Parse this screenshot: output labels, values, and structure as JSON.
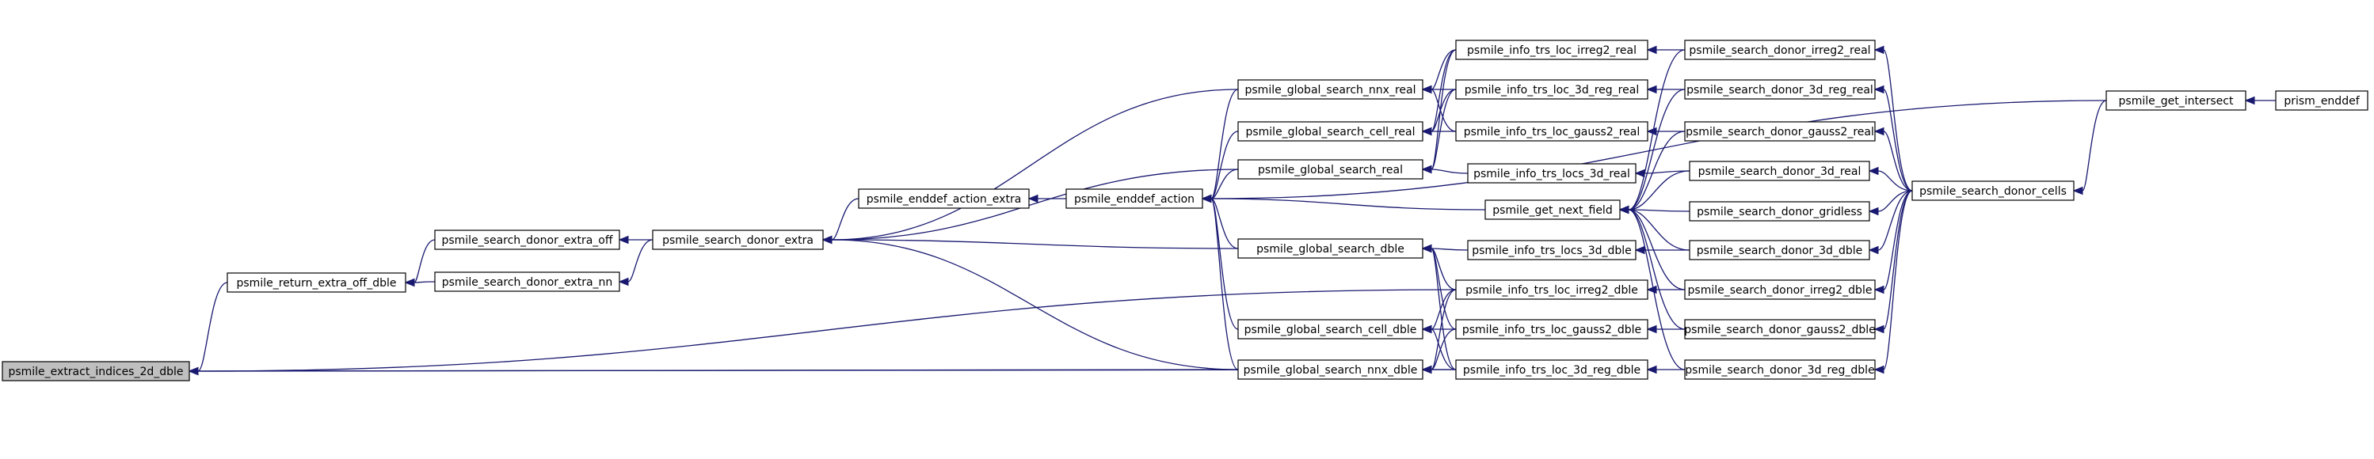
{
  "graph": {
    "nodes": {
      "n_extract": "psmile_extract_indices_2d_dble",
      "n_return": "psmile_return_extra_off_dble",
      "n_extraoff": "psmile_search_donor_extra_off",
      "n_extrann": "psmile_search_donor_extra_nn",
      "n_extra": "psmile_search_donor_extra",
      "n_enddefextra": "psmile_enddef_action_extra",
      "n_enddef": "psmile_enddef_action",
      "n_gs_nnx_real": "psmile_global_search_nnx_real",
      "n_gs_cell_real": "psmile_global_search_cell_real",
      "n_gs_real": "psmile_global_search_real",
      "n_gs_dble": "psmile_global_search_dble",
      "n_gs_cell_dble": "psmile_global_search_cell_dble",
      "n_gs_nnx_dble": "psmile_global_search_nnx_dble",
      "n_it_irreg2_real": "psmile_info_trs_loc_irreg2_real",
      "n_it_3dreg_real": "psmile_info_trs_loc_3d_reg_real",
      "n_it_gauss2_real": "psmile_info_trs_loc_gauss2_real",
      "n_it_locs3d_real": "psmile_info_trs_locs_3d_real",
      "n_next_field": "psmile_get_next_field",
      "n_it_locs3d_dble": "psmile_info_trs_locs_3d_dble",
      "n_it_irreg2_dble": "psmile_info_trs_loc_irreg2_dble",
      "n_it_gauss2_dble": "psmile_info_trs_loc_gauss2_dble",
      "n_it_3dreg_dble": "psmile_info_trs_loc_3d_reg_dble",
      "n_sd_irreg2_real": "psmile_search_donor_irreg2_real",
      "n_sd_3dreg_real": "psmile_search_donor_3d_reg_real",
      "n_sd_gauss2_real": "psmile_search_donor_gauss2_real",
      "n_sd_3d_real": "psmile_search_donor_3d_real",
      "n_sd_gridless": "psmile_search_donor_gridless",
      "n_sd_3d_dble": "psmile_search_donor_3d_dble",
      "n_sd_irreg2_dble": "psmile_search_donor_irreg2_dble",
      "n_sd_gauss2_dble": "psmile_search_donor_gauss2_dble",
      "n_sd_3dreg_dble": "psmile_search_donor_3d_reg_dble",
      "n_sd_cells": "psmile_search_donor_cells",
      "n_intersect": "psmile_get_intersect",
      "n_prism": "prism_enddef"
    },
    "edges": [
      [
        "n_return",
        "n_extract"
      ],
      [
        "n_it_irreg2_dble",
        "n_extract"
      ],
      [
        "n_gs_nnx_dble",
        "n_extract"
      ],
      [
        "n_it_3dreg_dble",
        "n_extract"
      ],
      [
        "n_extraoff",
        "n_return"
      ],
      [
        "n_extrann",
        "n_return"
      ],
      [
        "n_extra",
        "n_extraoff"
      ],
      [
        "n_extra",
        "n_extrann"
      ],
      [
        "n_enddefextra",
        "n_extra"
      ],
      [
        "n_gs_nnx_real",
        "n_extra"
      ],
      [
        "n_gs_real",
        "n_extra"
      ],
      [
        "n_gs_dble",
        "n_extra"
      ],
      [
        "n_gs_nnx_dble",
        "n_extra"
      ],
      [
        "n_enddef",
        "n_enddefextra"
      ],
      [
        "n_gs_nnx_real",
        "n_enddef"
      ],
      [
        "n_gs_cell_real",
        "n_enddef"
      ],
      [
        "n_gs_real",
        "n_enddef"
      ],
      [
        "n_gs_dble",
        "n_enddef"
      ],
      [
        "n_gs_cell_dble",
        "n_enddef"
      ],
      [
        "n_gs_nnx_dble",
        "n_enddef"
      ],
      [
        "n_next_field",
        "n_enddef"
      ],
      [
        "n_intersect",
        "n_enddef"
      ],
      [
        "n_it_irreg2_real",
        "n_gs_nnx_real"
      ],
      [
        "n_it_3dreg_real",
        "n_gs_nnx_real"
      ],
      [
        "n_it_gauss2_real",
        "n_gs_nnx_real"
      ],
      [
        "n_it_irreg2_real",
        "n_gs_cell_real"
      ],
      [
        "n_it_3dreg_real",
        "n_gs_cell_real"
      ],
      [
        "n_it_gauss2_real",
        "n_gs_cell_real"
      ],
      [
        "n_it_irreg2_real",
        "n_gs_real"
      ],
      [
        "n_it_3dreg_real",
        "n_gs_real"
      ],
      [
        "n_it_locs3d_real",
        "n_gs_real"
      ],
      [
        "n_it_locs3d_dble",
        "n_gs_dble"
      ],
      [
        "n_it_irreg2_dble",
        "n_gs_dble"
      ],
      [
        "n_it_gauss2_dble",
        "n_gs_dble"
      ],
      [
        "n_it_3dreg_dble",
        "n_gs_dble"
      ],
      [
        "n_it_irreg2_dble",
        "n_gs_cell_dble"
      ],
      [
        "n_it_gauss2_dble",
        "n_gs_cell_dble"
      ],
      [
        "n_it_3dreg_dble",
        "n_gs_cell_dble"
      ],
      [
        "n_it_irreg2_dble",
        "n_gs_nnx_dble"
      ],
      [
        "n_it_gauss2_dble",
        "n_gs_nnx_dble"
      ],
      [
        "n_it_3dreg_dble",
        "n_gs_nnx_dble"
      ],
      [
        "n_sd_irreg2_real",
        "n_it_irreg2_real"
      ],
      [
        "n_sd_3dreg_real",
        "n_it_3dreg_real"
      ],
      [
        "n_sd_gauss2_real",
        "n_it_gauss2_real"
      ],
      [
        "n_sd_3d_real",
        "n_it_locs3d_real"
      ],
      [
        "n_sd_3d_dble",
        "n_it_locs3d_dble"
      ],
      [
        "n_sd_irreg2_dble",
        "n_it_irreg2_dble"
      ],
      [
        "n_sd_gauss2_dble",
        "n_it_gauss2_dble"
      ],
      [
        "n_sd_3dreg_dble",
        "n_it_3dreg_dble"
      ],
      [
        "n_sd_irreg2_real",
        "n_next_field"
      ],
      [
        "n_sd_3dreg_real",
        "n_next_field"
      ],
      [
        "n_sd_gauss2_real",
        "n_next_field"
      ],
      [
        "n_sd_3d_real",
        "n_next_field"
      ],
      [
        "n_sd_gridless",
        "n_next_field"
      ],
      [
        "n_sd_3d_dble",
        "n_next_field"
      ],
      [
        "n_sd_irreg2_dble",
        "n_next_field"
      ],
      [
        "n_sd_gauss2_dble",
        "n_next_field"
      ],
      [
        "n_sd_3dreg_dble",
        "n_next_field"
      ],
      [
        "n_sd_cells",
        "n_sd_irreg2_real"
      ],
      [
        "n_sd_cells",
        "n_sd_3dreg_real"
      ],
      [
        "n_sd_cells",
        "n_sd_gauss2_real"
      ],
      [
        "n_sd_cells",
        "n_sd_3d_real"
      ],
      [
        "n_sd_cells",
        "n_sd_gridless"
      ],
      [
        "n_sd_cells",
        "n_sd_3d_dble"
      ],
      [
        "n_sd_cells",
        "n_sd_irreg2_dble"
      ],
      [
        "n_sd_cells",
        "n_sd_gauss2_dble"
      ],
      [
        "n_sd_cells",
        "n_sd_3dreg_dble"
      ],
      [
        "n_intersect",
        "n_sd_cells"
      ],
      [
        "n_prism",
        "n_intersect"
      ]
    ],
    "colors": {
      "edge": "#191970",
      "root_fill": "#bfbfbf",
      "node_fill": "#ffffff",
      "border": "#000000"
    }
  }
}
